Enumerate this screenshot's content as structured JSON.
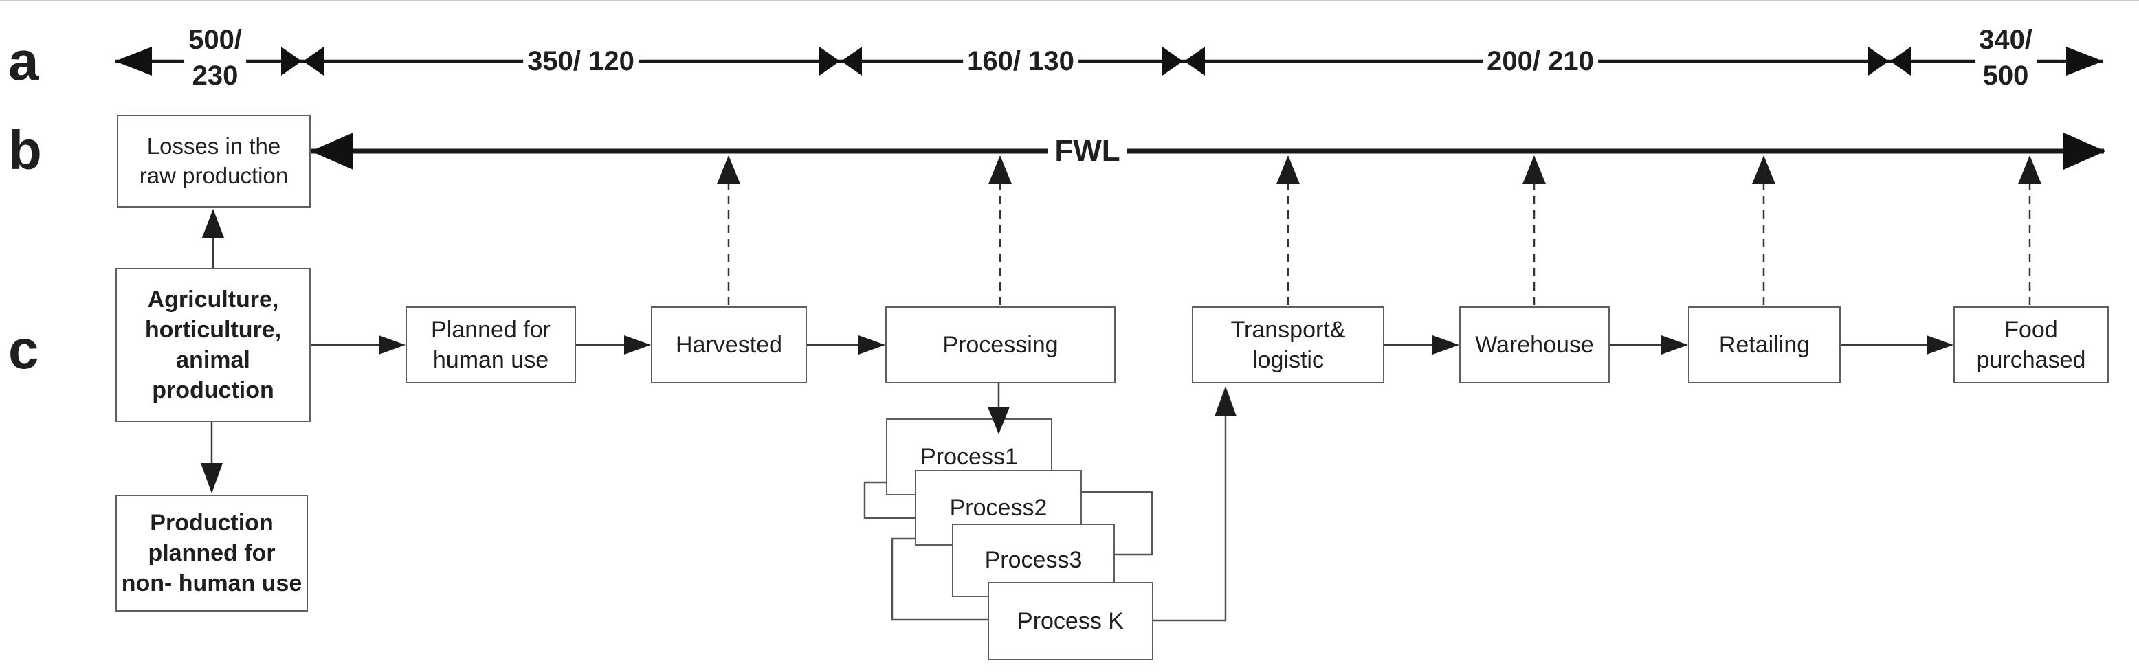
{
  "title": "Food supply chain losses diagram",
  "row_labels": {
    "a": "a",
    "b": "b",
    "c": "c"
  },
  "flow_axis": {
    "description": "quantity pairs per supply-chain stage",
    "segments": [
      {
        "label": "500/\n230"
      },
      {
        "label": "350/ 120"
      },
      {
        "label": "160/ 130"
      },
      {
        "label": "200/ 210"
      },
      {
        "label": "340/\n500"
      }
    ]
  },
  "fwl": {
    "label": "FWL"
  },
  "boxes": {
    "losses": {
      "label": "Losses in the\nraw production"
    },
    "agriculture": {
      "label": "Agriculture,\nhorticulture,\nanimal\nproduction"
    },
    "non_human": {
      "label": "Production\nplanned for\nnon- human use"
    },
    "planned": {
      "label": "Planned for\nhuman use"
    },
    "harvested": {
      "label": "Harvested"
    },
    "processing": {
      "label": "Processing"
    },
    "transport": {
      "label": "Transport&\nlogistic"
    },
    "warehouse": {
      "label": "Warehouse"
    },
    "retailing": {
      "label": "Retailing"
    },
    "food": {
      "label": "Food\npurchased"
    },
    "process1": {
      "label": "Process1"
    },
    "process2": {
      "label": "Process2"
    },
    "process3": {
      "label": "Process3"
    },
    "processk": {
      "label": "Process K"
    }
  },
  "colors": {
    "line_thick": "#1a1a1a",
    "line_thin": "#3a3a3a",
    "box_border": "#5f5f5f",
    "text": "#1f1f1f",
    "background": "#ffffff"
  }
}
